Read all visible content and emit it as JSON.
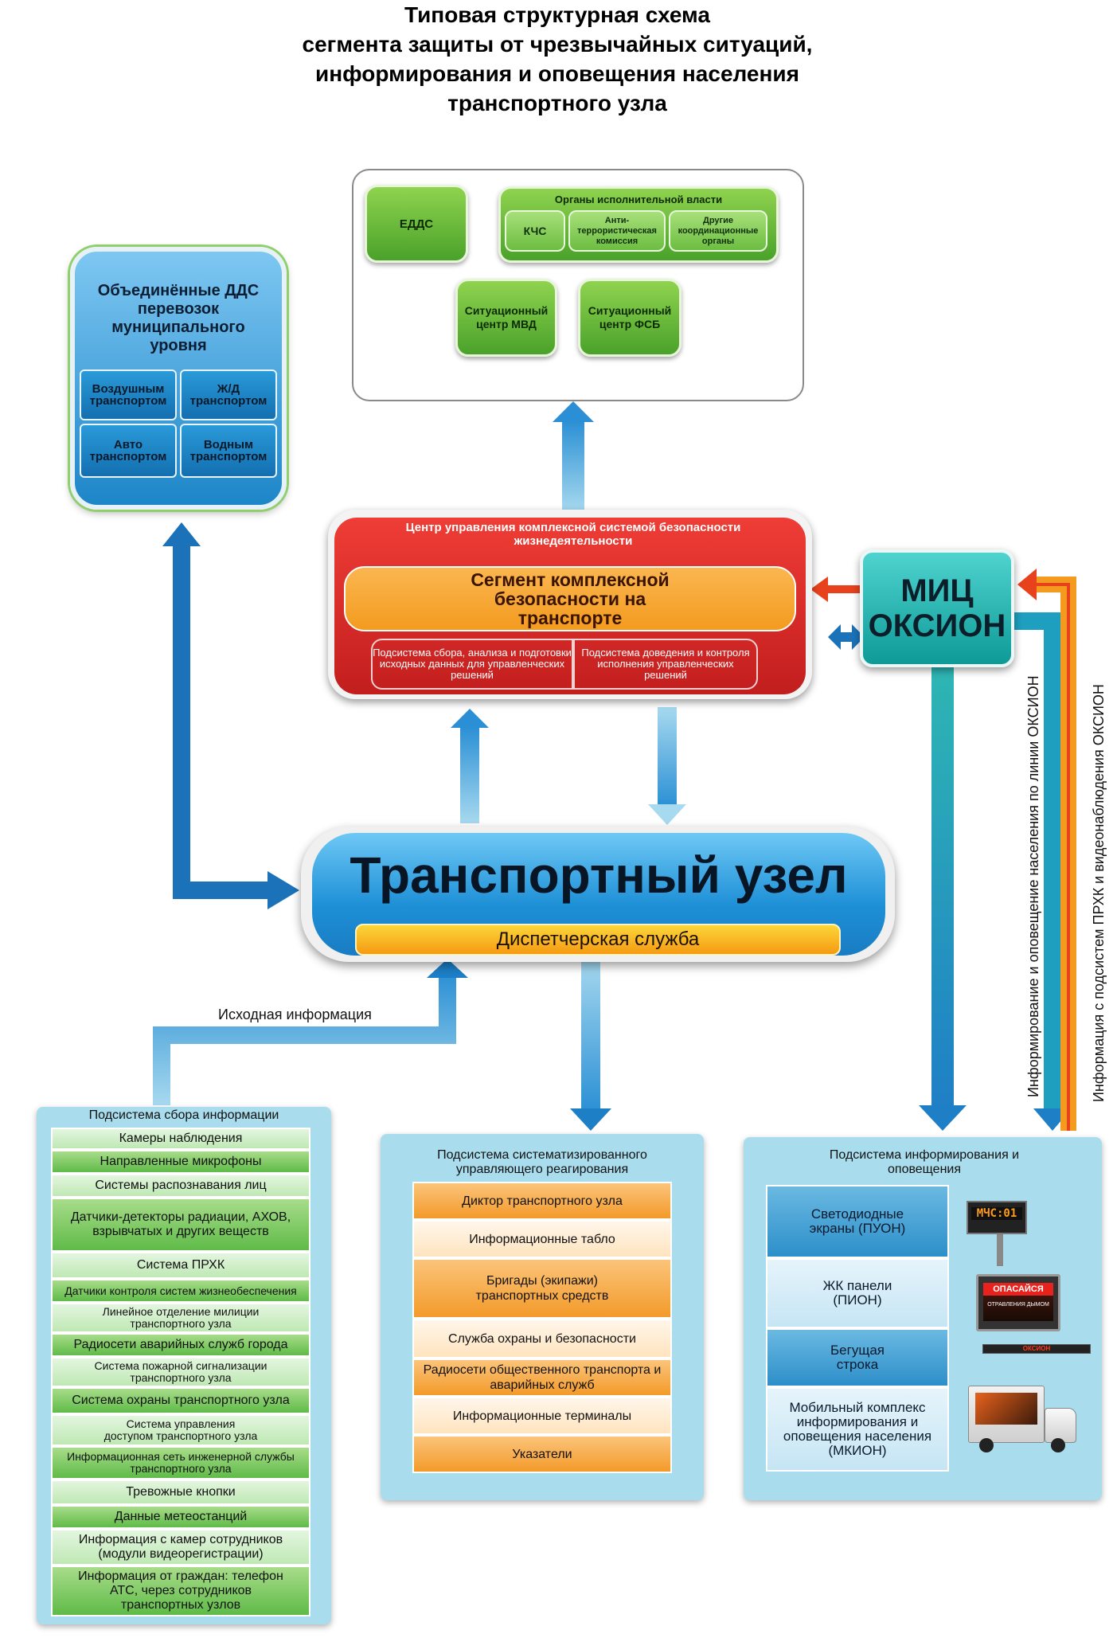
{
  "title": {
    "line1": "Типовая структурная схема",
    "line2": "сегмента защиты от чрезвычайных ситуаций,",
    "line3": "информирования и оповещения населения",
    "line4": "транспортного узла"
  },
  "authorities": {
    "edds": "ЕДДС",
    "exec_title": "Органы исполнительной власти",
    "kchs": "КЧС",
    "antiterror": "Анти-террористическая комиссия",
    "other": "Другие координационные органы",
    "sc_mvd": "Ситуационный центр МВД",
    "sc_fsb": "Ситуационный центр ФСБ"
  },
  "municipal": {
    "title": "Объединённые ДДС перевозок муниципального уровня",
    "air": "Воздушным транспортом",
    "rail": "Ж/Д транспортом",
    "auto": "Авто транспортом",
    "water": "Водным транспортом"
  },
  "center": {
    "title": "Центр управления комплексной системой безопасности жизнедеятельности",
    "segment": "Сегмент комплексной безопасности на транспорте",
    "sub_left": "Подсистема сбора, анализа и подготовки исходных данных для управленческих решений",
    "sub_right": "Подсистема доведения и контроля исполнения управленческих решений"
  },
  "mic": {
    "line1": "МИЦ",
    "line2": "ОКСИОН"
  },
  "hub": {
    "title": "Транспортный узел",
    "dispatch": "Диспетчерская служба"
  },
  "labels": {
    "source_info": "Исходная информация",
    "oksion_line": "Информирование и оповещение населения по линии ОКСИОН",
    "prkh_info": "Информация с подсистем ПРХК и видеонаблюдения ОКСИОН"
  },
  "collection": {
    "title": "Подсистема сбора информации",
    "items": [
      "Камеры наблюдения",
      "Направленные микрофоны",
      "Системы распознавания лиц",
      "Датчики-детекторы радиации, АХОВ, взрывчатых и других веществ",
      "Система ПРХК",
      "Датчики контроля систем жизнеобеспечения",
      "Линейное отделение милиции транспортного узла",
      "Радиосети аварийных служб города",
      "Система пожарной сигнализации транспортного узла",
      "Система охраны транспортного узла",
      "Система управления доступом транспортного узла",
      "Информационная сеть инженерной службы транспортного узла",
      "Тревожные кнопки",
      "Данные метеостанций",
      "Информация с камер сотрудников (модули видеорегистрации)",
      "Информация от граждан: телефон АТС, через сотрудников транспортных узлов"
    ]
  },
  "response": {
    "title": "Подсистема систематизированного управляющего реагирования",
    "items": [
      "Диктор транспортного узла",
      "Информационные табло",
      "Бригады (экипажи) транспортных средств",
      "Служба охраны и безопасности",
      "Радиосети общественного транспорта и аварийных служб",
      "Информационные терминалы",
      "Указатели"
    ]
  },
  "inform": {
    "title": "Подсистема информирования и оповещения",
    "items": [
      "Светодиодные экраны (ПУОН)",
      "ЖК панели (ПИОН)",
      "Бегущая строка",
      "Мобильный комплекс информирования и оповещения населения (МКИОН)"
    ],
    "led_text": "МЧС:01",
    "lcd_text": "ОПАСАЙСЯ",
    "lcd_sub": "ОТРАВЛЕНИЯ ДЫМОМ",
    "ticker_text": "ОКСИОН"
  }
}
